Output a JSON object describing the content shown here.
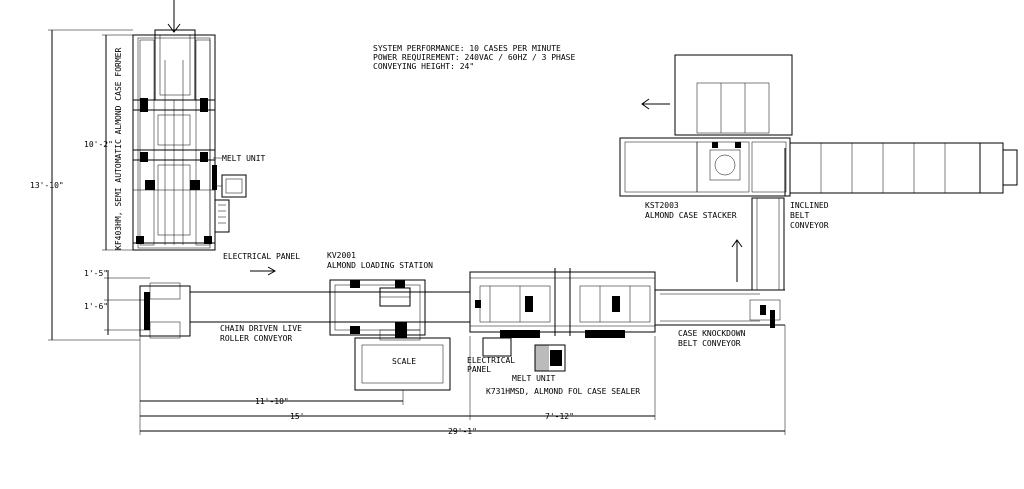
{
  "notes": {
    "line1": "SYSTEM PERFORMANCE: 10 CASES PER MINUTE",
    "line2": "POWER REQUIREMENT: 240VAC / 60HZ / 3 PHASE",
    "line3": "CONVEYING HEIGHT: 24\""
  },
  "labels": {
    "case_former": "KF403HM, SEMI AUTOMATIC ALMOND CASE FORMER",
    "melt_unit_top": "MELT UNIT",
    "electrical_panel_top": "ELECTRICAL PANEL",
    "loading_model": "KV2001",
    "loading_name": "ALMOND LOADING STATION",
    "chain_1": "CHAIN DRIVEN LIVE",
    "chain_2": "ROLLER CONVEYOR",
    "scale": "SCALE",
    "elec_panel_1": "ELECTRICAL",
    "elec_panel_2": "PANEL",
    "melt_unit_bottom": "MELT UNIT",
    "sealer": "K731HMSD, ALMOND FOL CASE SEALER",
    "stacker_model": "KST2003",
    "stacker_name": "ALMOND CASE STACKER",
    "incl_1": "INCLINED",
    "incl_2": "BELT",
    "incl_3": "CONVEYOR",
    "knock_1": "CASE KNOCKDOWN",
    "knock_2": "BELT CONVEYOR"
  },
  "dimensions": {
    "d_13_10": "13'-10\"",
    "d_10_2": "10'-2\"",
    "d_1_5": "1'-5\"",
    "d_1_6": "1'-6\"",
    "d_11_10": "11'-10\"",
    "d_15": "15'",
    "d_7_12": "7'-12\"",
    "d_29_1": "29'-1\""
  }
}
